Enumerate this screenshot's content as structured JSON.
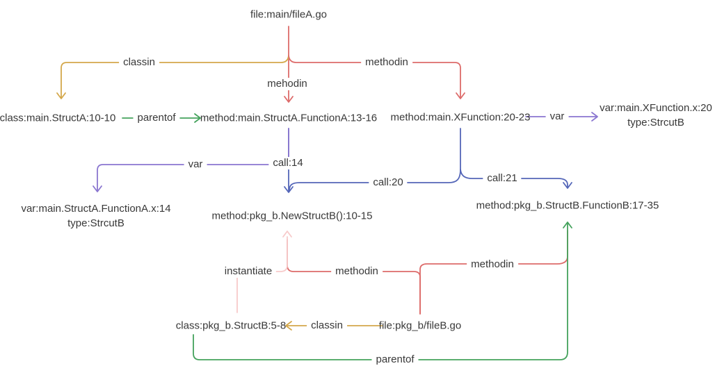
{
  "diagram": {
    "kind": "code-relationship-graph",
    "nodes": {
      "fileA": {
        "label": "file:main/fileA.go"
      },
      "structA": {
        "label": "class:main.StructA:10-10"
      },
      "funcA": {
        "label": "method:main.StructA.FunctionA:13-16"
      },
      "xfunc": {
        "label": "method:main.XFunction:20-23"
      },
      "xvar": {
        "label": "var:main.XFunction.x:20",
        "label2": "type:StrcutB"
      },
      "favar": {
        "label": "var:main.StructA.FunctionA.x:14",
        "label2": "type:StrcutB"
      },
      "newStructB": {
        "label": "method:pkg_b.NewStructB():10-15"
      },
      "funcB": {
        "label": "method:pkg_b.StructB.FunctionB:17-35"
      },
      "structB": {
        "label": "class:pkg_b.StructB:5-8"
      },
      "fileB": {
        "label": "file:pkg_b/fileB.go"
      }
    },
    "edge_labels": {
      "classin_a": "classin",
      "methodin_a": "methodin",
      "mehodin_a": "mehodin",
      "parentof_a": "parentof",
      "var_x": "var",
      "var_fa": "var",
      "call_14": "call:14",
      "call_20": "call:20",
      "call_21": "call:21",
      "instantiate_b": "instantiate",
      "methodin_new": "methodin",
      "methodin_fb": "methodin",
      "classin_b": "classin",
      "parentof_b": "parentof"
    },
    "colors": {
      "classin": "#d4a84b",
      "methodin": "#dd6b6a",
      "parentof": "#44a25c",
      "var": "#8a76d0",
      "call": "#5466b8",
      "instantiate": "#f7caca",
      "text": "#383838",
      "background": "#ffffff"
    },
    "edges": [
      {
        "from": "file:main/fileA.go",
        "to": "class:main.StructA:10-10",
        "label": "classin",
        "color": "#d4a84b"
      },
      {
        "from": "file:main/fileA.go",
        "to": "method:main.StructA.FunctionA:13-16",
        "label": "mehodin",
        "color": "#dd6b6a"
      },
      {
        "from": "file:main/fileA.go",
        "to": "method:main.XFunction:20-23",
        "label": "methodin",
        "color": "#dd6b6a"
      },
      {
        "from": "class:main.StructA:10-10",
        "to": "method:main.StructA.FunctionA:13-16",
        "label": "parentof",
        "color": "#44a25c"
      },
      {
        "from": "method:main.XFunction:20-23",
        "to": "var:main.XFunction.x:20 type:StrcutB",
        "label": "var",
        "color": "#8a76d0"
      },
      {
        "from": "method:main.StructA.FunctionA:13-16",
        "to": "var:main.StructA.FunctionA.x:14 type:StrcutB",
        "label": "var",
        "color": "#8a76d0"
      },
      {
        "from": "method:main.StructA.FunctionA:13-16",
        "to": "method:pkg_b.NewStructB():10-15",
        "label": "call:14",
        "color": "#5466b8"
      },
      {
        "from": "method:main.XFunction:20-23",
        "to": "method:pkg_b.NewStructB():10-15",
        "label": "call:20",
        "color": "#5466b8"
      },
      {
        "from": "method:main.XFunction:20-23",
        "to": "method:pkg_b.StructB.FunctionB:17-35",
        "label": "call:21",
        "color": "#5466b8"
      },
      {
        "from": "class:pkg_b.StructB:5-8",
        "to": "method:pkg_b.NewStructB():10-15",
        "label": "instantiate",
        "color": "#f7caca"
      },
      {
        "from": "file:pkg_b/fileB.go",
        "to": "method:pkg_b.NewStructB():10-15",
        "label": "methodin",
        "color": "#dd6b6a"
      },
      {
        "from": "file:pkg_b/fileB.go",
        "to": "method:pkg_b.StructB.FunctionB:17-35",
        "label": "methodin",
        "color": "#dd6b6a"
      },
      {
        "from": "file:pkg_b/fileB.go",
        "to": "class:pkg_b.StructB:5-8",
        "label": "classin",
        "color": "#d4a84b"
      },
      {
        "from": "class:pkg_b.StructB:5-8",
        "to": "method:pkg_b.StructB.FunctionB:17-35",
        "label": "parentof",
        "color": "#44a25c"
      }
    ]
  }
}
